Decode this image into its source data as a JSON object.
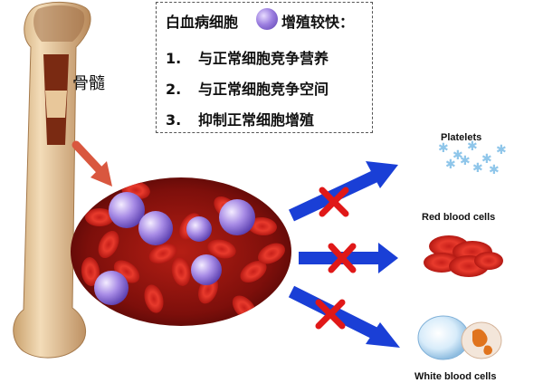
{
  "marrow_label": "骨髓",
  "callout": {
    "title_before_icon": "白血病细胞",
    "title_after_icon": "增殖较快：",
    "items": [
      {
        "num": "1.",
        "text": "与正常细胞竞争营养"
      },
      {
        "num": "2.",
        "text": "与正常细胞竞争空间"
      },
      {
        "num": "3.",
        "text": "抑制正常细胞增殖"
      }
    ]
  },
  "outputs": {
    "platelets": "Platelets",
    "red_cells": "Red blood cells",
    "white_cells": "White blood cells"
  },
  "colors": {
    "arrow_blue": "#1a3fd6",
    "block_red": "#e01818",
    "bone": "#e8c79a",
    "marrow": "#7a2a12",
    "blood_bg": "#8a1010",
    "leukemia_cell": "#8f78d8",
    "pointer_arrow": "#d9573f"
  }
}
